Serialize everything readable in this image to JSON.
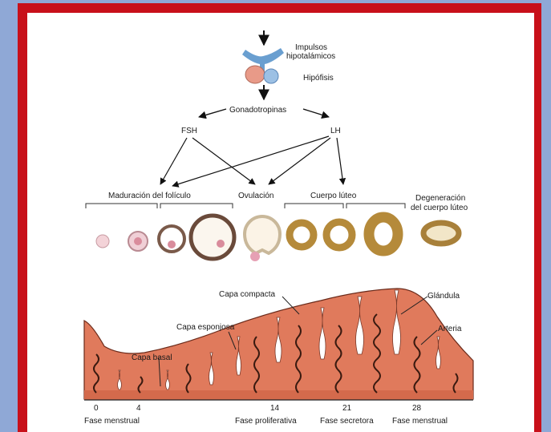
{
  "labels": {
    "impulses": [
      "Impulsos",
      "hipotalámicos"
    ],
    "pituitary": "Hipófisis",
    "gonadotropins": "Gonadotropinas",
    "fsh": "FSH",
    "lh": "LH",
    "maturation": "Maduración del folículo",
    "ovulation": "Ovulación",
    "corpus_luteum": "Cuerpo lúteo",
    "degeneration": [
      "Degeneración",
      "del cuerpo lúteo"
    ],
    "compact_layer": "Capa compacta",
    "spongy_layer": "Capa esponjosa",
    "basal_layer": "Capa basal",
    "gland": "Glándula",
    "artery": "Arteria",
    "day_0": "0",
    "day_4": "4",
    "day_14": "14",
    "day_21": "21",
    "day_28": "28",
    "menstrual_phase_1": "Fase menstrual",
    "proliferative_phase": "Fase proliferativa",
    "secretory_phase": "Fase secretora",
    "menstrual_phase_2": "Fase menstrual"
  },
  "colors": {
    "background": "#8fa8d6",
    "frame": "#c8101a",
    "endometrium": "#e07a5c",
    "artery": "#3a1a10",
    "corpus_luteum": "#b58a3a",
    "pituitary": "#e89a88",
    "hypothalamus": "#6a9fd0"
  }
}
